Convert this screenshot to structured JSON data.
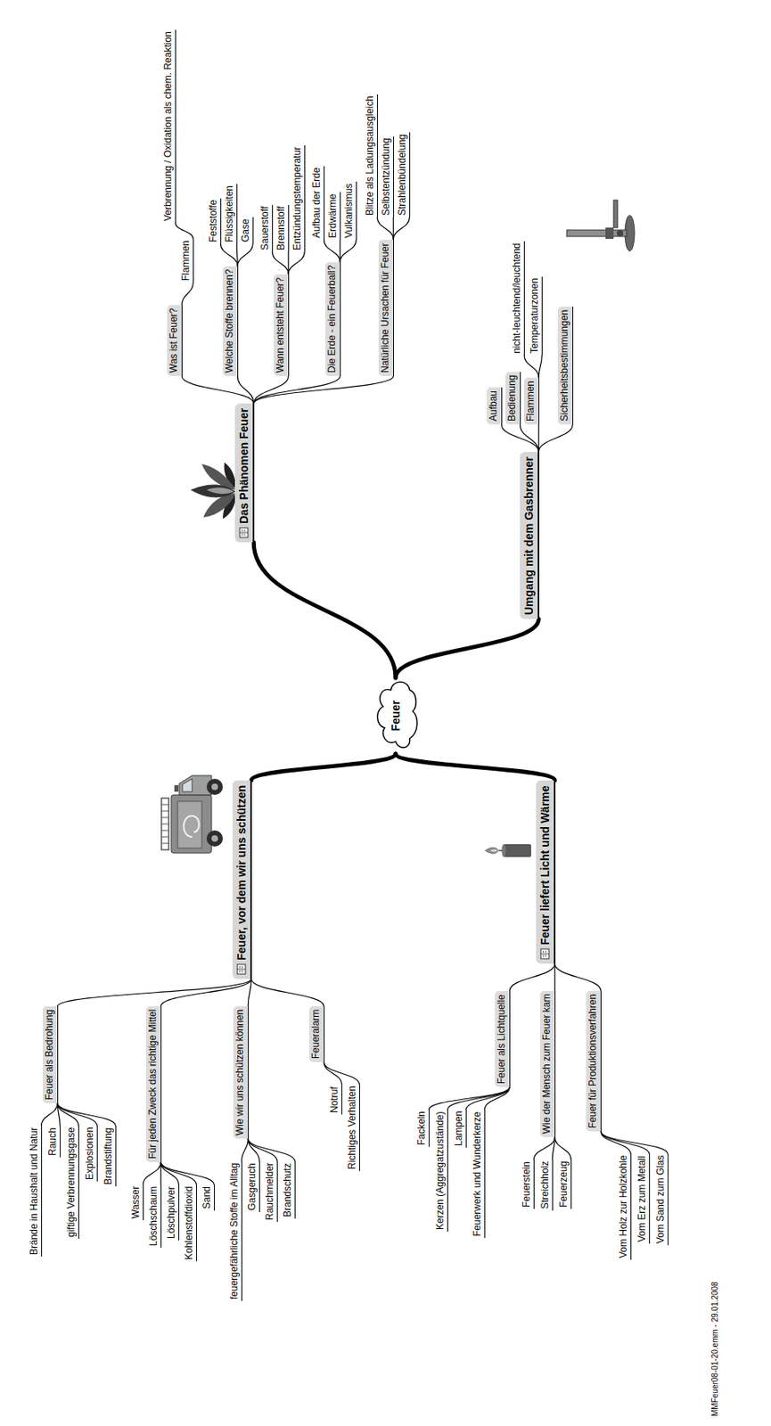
{
  "diagram": {
    "nodes": [
      {
        "text": [
          "Feuer"
        ]
      },
      {
        "text": [
          "Das Phänomen Feuer"
        ]
      },
      {
        "text": [
          "Was ist Feuer?"
        ]
      },
      {
        "text": [
          "Flammen"
        ]
      },
      {
        "text": [
          "Verbrennung / Oxidation als chem. Reaktion"
        ]
      },
      {
        "text": [
          "Welche Stoffe brennen?"
        ]
      },
      {
        "text": [
          "Feststoffe"
        ]
      },
      {
        "text": [
          "Flüssigkeiten"
        ]
      },
      {
        "text": [
          "Gase"
        ]
      },
      {
        "text": [
          "Wann entsteht Feuer?"
        ]
      },
      {
        "text": [
          "Sauerstoff"
        ]
      },
      {
        "text": [
          "Brennstoff"
        ]
      },
      {
        "text": [
          "Entzündungstemperatur"
        ]
      },
      {
        "text": [
          "Die Erde - ein Feuerball?"
        ]
      },
      {
        "text": [
          "Aufbau der Erde"
        ]
      },
      {
        "text": [
          "Erdwärme"
        ]
      },
      {
        "text": [
          "Vulkanismus"
        ]
      },
      {
        "text": [
          "Natürliche Ursachen für Feuer"
        ]
      },
      {
        "text": [
          "Blitze als Ladungsausgleich"
        ]
      },
      {
        "text": [
          "Selbstentzündung"
        ]
      },
      {
        "text": [
          "Strahlenbündelung"
        ]
      },
      {
        "text": [
          "Umgang mit dem Gasbrenner"
        ]
      },
      {
        "text": [
          "Aufbau"
        ]
      },
      {
        "text": [
          "Bedienung"
        ]
      },
      {
        "text": [
          "Flammen"
        ]
      },
      {
        "text": [
          "nicht-leuchtend/leuchtend"
        ]
      },
      {
        "text": [
          "Temperaturzonen"
        ]
      },
      {
        "text": [
          "Sicherheitsbestimmungen"
        ]
      },
      {
        "text": [
          "Feuer liefert Licht und Wärme"
        ]
      },
      {
        "text": [
          "Feuer als Lichtquelle"
        ]
      },
      {
        "text": [
          "Fackeln"
        ]
      },
      {
        "text": [
          "Kerzen (Aggregatzustände)"
        ]
      },
      {
        "text": [
          "Lampen"
        ]
      },
      {
        "text": [
          "Feuerwerk und Wunderkerze"
        ]
      },
      {
        "text": [
          "Wie der Mensch zum Feuer kam"
        ]
      },
      {
        "text": [
          "Feuerstein"
        ]
      },
      {
        "text": [
          "Streichholz"
        ]
      },
      {
        "text": [
          "Feuerzeug"
        ]
      },
      {
        "text": [
          "Feuer für Produktionsverfahren"
        ]
      },
      {
        "text": [
          "Vom Holz zur Holzkohle"
        ]
      },
      {
        "text": [
          "Vom Erz zum Metall"
        ]
      },
      {
        "text": [
          "Vom Sand zum Glas"
        ]
      },
      {
        "text": [
          "Feuer, vor dem wir uns schützen"
        ]
      },
      {
        "text": [
          "Feuer als Bedrohung"
        ]
      },
      {
        "text": [
          "Brände in Haushalt und Natur"
        ]
      },
      {
        "text": [
          "Rauch"
        ]
      },
      {
        "text": [
          "giftige Verbrennungsgase"
        ]
      },
      {
        "text": [
          "Explosionen"
        ]
      },
      {
        "text": [
          "Brandstiftung"
        ]
      },
      {
        "text": [
          "Für jeden Zweck das richtige Mittel"
        ]
      },
      {
        "text": [
          "Wasser"
        ]
      },
      {
        "text": [
          "Löschschaum"
        ]
      },
      {
        "text": [
          "Löschpulver"
        ]
      },
      {
        "text": [
          "Kohlenstoffdioxid"
        ]
      },
      {
        "text": [
          "Sand"
        ]
      },
      {
        "text": [
          "Wie wir uns schützen können"
        ]
      },
      {
        "text": [
          "feuergefährliche Stoffe im Alltag"
        ]
      },
      {
        "text": [
          "Gasgeruch"
        ]
      },
      {
        "text": [
          "Rauchmelder"
        ]
      },
      {
        "text": [
          "Brandschutz"
        ]
      },
      {
        "text": [
          "Feueralarm"
        ]
      },
      {
        "text": [
          "Notruf"
        ]
      },
      {
        "text": [
          "Richtiges Verhalten"
        ]
      }
    ],
    "edges": [
      {
        "from": 0,
        "to": 1,
        "arrow": "none"
      },
      {
        "from": 1,
        "to": 2,
        "arrow": "none"
      },
      {
        "from": 2,
        "to": 3,
        "arrow": "none"
      },
      {
        "from": 3,
        "to": 4,
        "arrow": "none"
      },
      {
        "from": 1,
        "to": 5,
        "arrow": "none"
      },
      {
        "from": 5,
        "to": 6,
        "arrow": "none"
      },
      {
        "from": 5,
        "to": 7,
        "arrow": "none"
      },
      {
        "from": 5,
        "to": 8,
        "arrow": "none"
      },
      {
        "from": 1,
        "to": 9,
        "arrow": "none"
      },
      {
        "from": 9,
        "to": 10,
        "arrow": "none"
      },
      {
        "from": 9,
        "to": 11,
        "arrow": "none"
      },
      {
        "from": 9,
        "to": 12,
        "arrow": "none"
      },
      {
        "from": 1,
        "to": 13,
        "arrow": "none"
      },
      {
        "from": 13,
        "to": 14,
        "arrow": "none"
      },
      {
        "from": 13,
        "to": 15,
        "arrow": "none"
      },
      {
        "from": 13,
        "to": 16,
        "arrow": "none"
      },
      {
        "from": 1,
        "to": 17,
        "arrow": "none"
      },
      {
        "from": 17,
        "to": 18,
        "arrow": "none"
      },
      {
        "from": 17,
        "to": 19,
        "arrow": "none"
      },
      {
        "from": 17,
        "to": 20,
        "arrow": "none"
      },
      {
        "from": 0,
        "to": 21,
        "arrow": "none"
      },
      {
        "from": 21,
        "to": 22,
        "arrow": "none"
      },
      {
        "from": 21,
        "to": 23,
        "arrow": "none"
      },
      {
        "from": 21,
        "to": 24,
        "arrow": "none"
      },
      {
        "from": 24,
        "to": 25,
        "arrow": "none"
      },
      {
        "from": 24,
        "to": 26,
        "arrow": "none"
      },
      {
        "from": 21,
        "to": 27,
        "arrow": "none"
      },
      {
        "from": 0,
        "to": 28,
        "arrow": "none"
      },
      {
        "from": 28,
        "to": 29,
        "arrow": "none"
      },
      {
        "from": 29,
        "to": 30,
        "arrow": "none"
      },
      {
        "from": 29,
        "to": 31,
        "arrow": "none"
      },
      {
        "from": 29,
        "to": 32,
        "arrow": "none"
      },
      {
        "from": 29,
        "to": 33,
        "arrow": "none"
      },
      {
        "from": 28,
        "to": 34,
        "arrow": "none"
      },
      {
        "from": 34,
        "to": 35,
        "arrow": "none"
      },
      {
        "from": 34,
        "to": 36,
        "arrow": "none"
      },
      {
        "from": 34,
        "to": 37,
        "arrow": "none"
      },
      {
        "from": 28,
        "to": 38,
        "arrow": "none"
      },
      {
        "from": 38,
        "to": 39,
        "arrow": "none"
      },
      {
        "from": 38,
        "to": 40,
        "arrow": "none"
      },
      {
        "from": 38,
        "to": 41,
        "arrow": "none"
      },
      {
        "from": 0,
        "to": 42,
        "arrow": "none"
      },
      {
        "from": 42,
        "to": 43,
        "arrow": "none"
      },
      {
        "from": 43,
        "to": 44,
        "arrow": "none"
      },
      {
        "from": 43,
        "to": 45,
        "arrow": "none"
      },
      {
        "from": 43,
        "to": 46,
        "arrow": "none"
      },
      {
        "from": 43,
        "to": 47,
        "arrow": "none"
      },
      {
        "from": 43,
        "to": 48,
        "arrow": "none"
      },
      {
        "from": 42,
        "to": 49,
        "arrow": "none"
      },
      {
        "from": 49,
        "to": 50,
        "arrow": "none"
      },
      {
        "from": 49,
        "to": 51,
        "arrow": "none"
      },
      {
        "from": 49,
        "to": 52,
        "arrow": "none"
      },
      {
        "from": 49,
        "to": 53,
        "arrow": "none"
      },
      {
        "from": 49,
        "to": 54,
        "arrow": "none"
      },
      {
        "from": 42,
        "to": 55,
        "arrow": "none"
      },
      {
        "from": 55,
        "to": 56,
        "arrow": "none"
      },
      {
        "from": 55,
        "to": 57,
        "arrow": "none"
      },
      {
        "from": 55,
        "to": 58,
        "arrow": "none"
      },
      {
        "from": 55,
        "to": 59,
        "arrow": "none"
      },
      {
        "from": 42,
        "to": 60,
        "arrow": "none"
      },
      {
        "from": 60,
        "to": 61,
        "arrow": "none"
      },
      {
        "from": 60,
        "to": 62,
        "arrow": "none"
      }
    ],
    "labels": [
      "MMFeuer08-01-20.emm - 29.01.2008"
    ]
  }
}
